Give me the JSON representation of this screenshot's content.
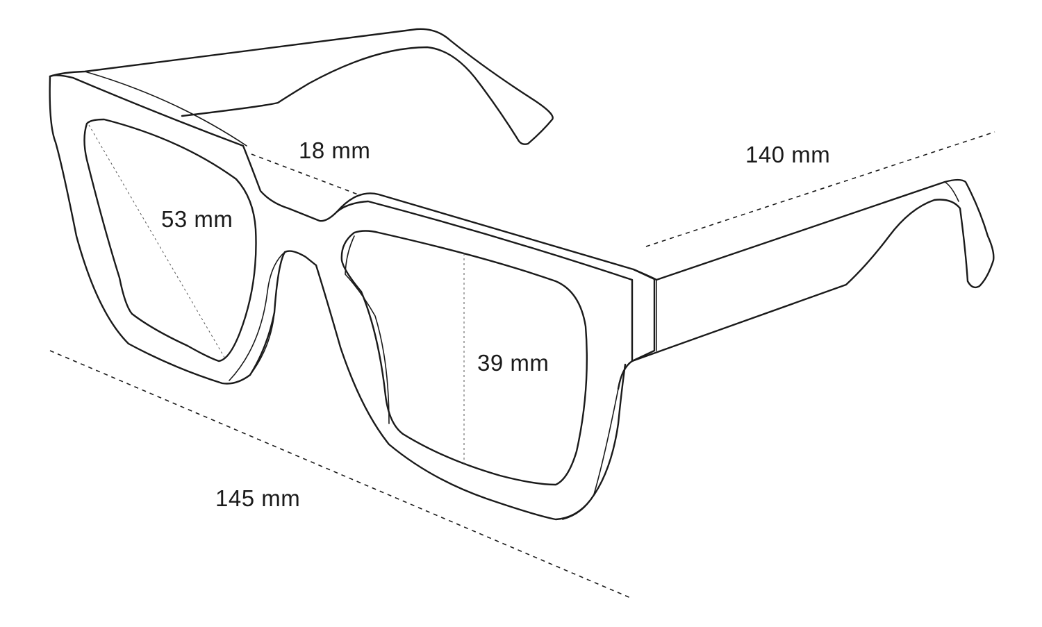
{
  "measurements": {
    "bridge_width": "18 mm",
    "temple_length": "140 mm",
    "lens_width": "53 mm",
    "lens_height": "39 mm",
    "frame_width": "145 mm"
  },
  "colors": {
    "line": "#1a1a1a",
    "background": "#ffffff"
  }
}
